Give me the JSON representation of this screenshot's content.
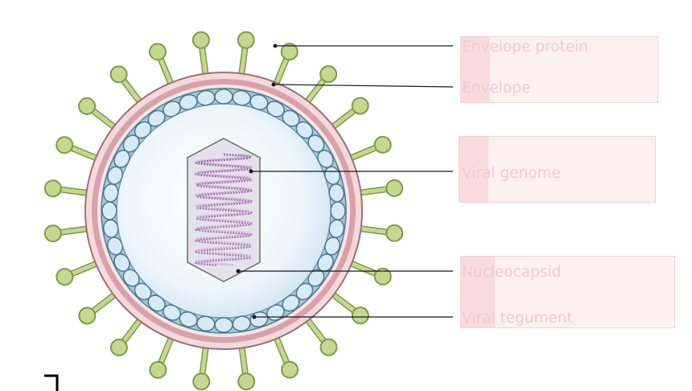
{
  "labels": {
    "envelope_protein": "Envelope protein",
    "envelope": "Envelope",
    "viral_genome": "Viral genome",
    "nucleocapsid": "Nucleocapsid",
    "viral_tegument": "Viral tegument"
  },
  "colors": {
    "spike_head": "#c6d78e",
    "spike_stroke": "#7f9a4a",
    "envelope_outer": "#d89aa2",
    "envelope_inner": "#f3dbdd",
    "capsid_ring": "#9ec4d8",
    "capsomere": "#d6ebf6",
    "interior": "#e9f3f9",
    "genome_box": "#e6e3ec",
    "genome_helix": "#9a6aa6",
    "leader_line": "#1a1a1a",
    "label_text": "#f2c9cc",
    "label_box": "#fde6e8"
  }
}
